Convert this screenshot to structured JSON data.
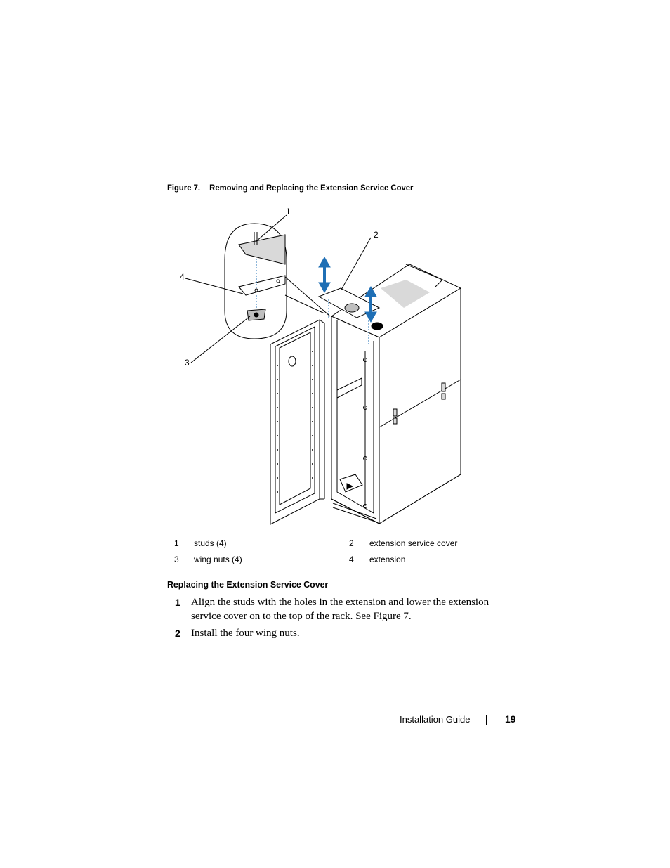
{
  "figure": {
    "number": "Figure 7.",
    "title": "Removing and Replacing the Extension Service Cover",
    "callouts": [
      "1",
      "2",
      "3",
      "4"
    ]
  },
  "legend": [
    {
      "num": "1",
      "label": "studs (4)"
    },
    {
      "num": "2",
      "label": "extension service cover"
    },
    {
      "num": "3",
      "label": "wing nuts (4)"
    },
    {
      "num": "4",
      "label": "extension"
    }
  ],
  "section": {
    "heading": "Replacing the Extension Service Cover",
    "steps": [
      {
        "num": "1",
        "text": "Align the studs with the holes in the extension and lower the extension service cover on to the top of the rack. See Figure 7."
      },
      {
        "num": "2",
        "text": "Install the four wing nuts."
      }
    ]
  },
  "footer": {
    "title": "Installation Guide",
    "page": "19"
  },
  "colors": {
    "arrow": "#1f6fb5",
    "line": "#000000",
    "shade": "#d9d9d9"
  }
}
